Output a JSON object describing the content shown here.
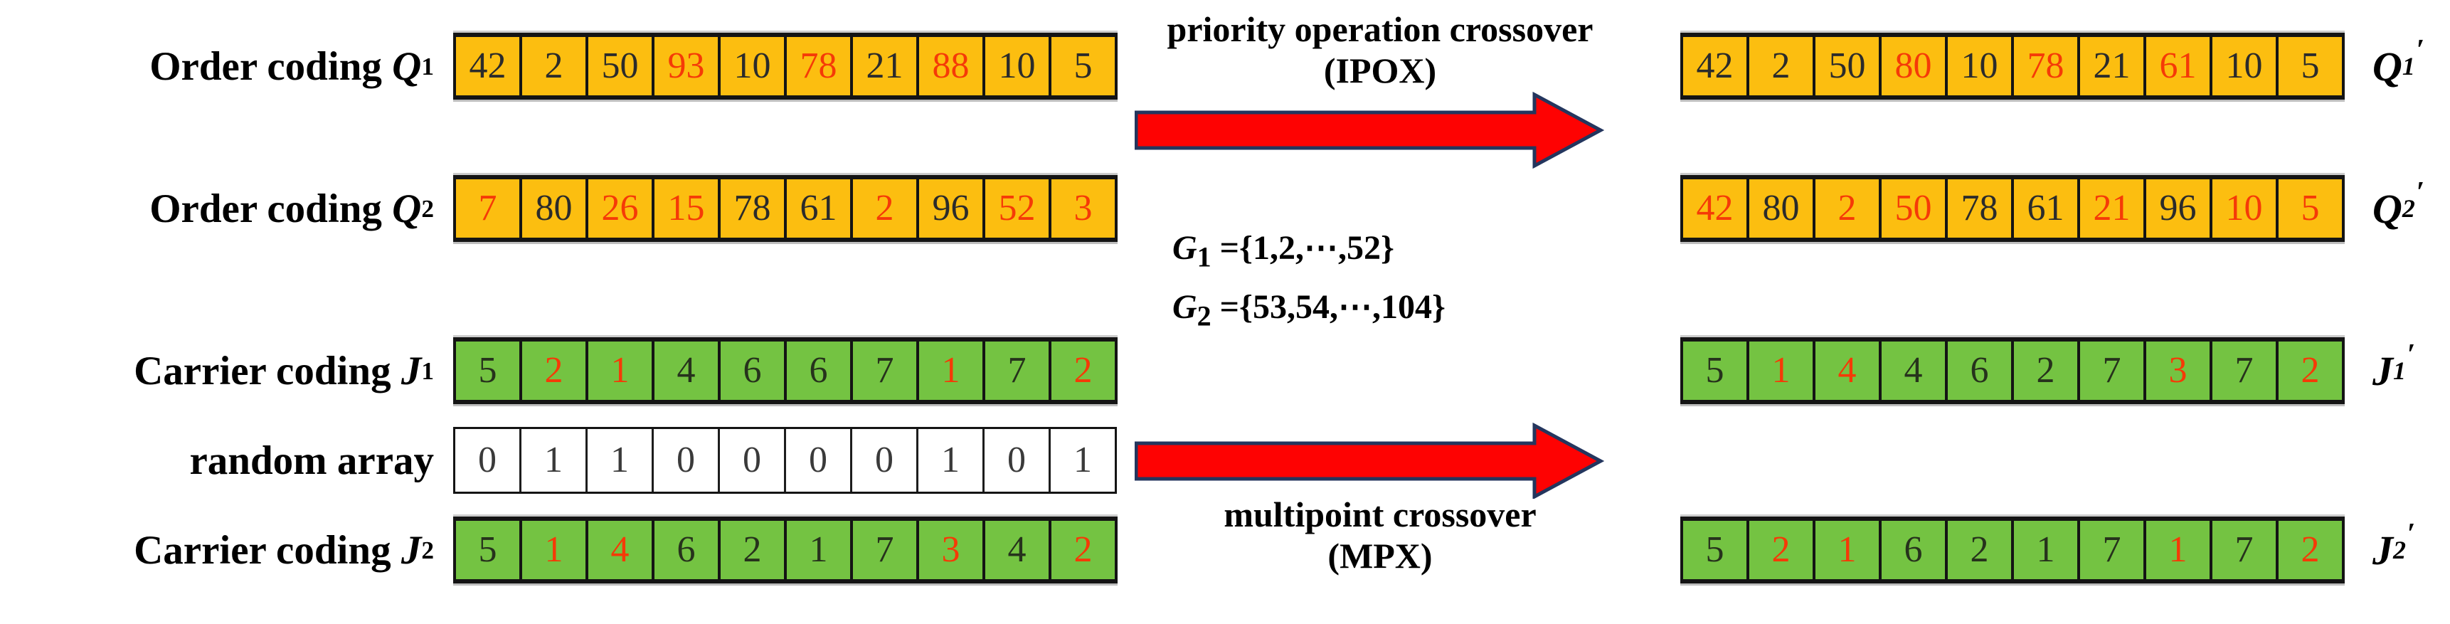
{
  "colors": {
    "cell_orange": "#fcbe10",
    "cell_green": "#74c342",
    "cell_white": "#ffffff",
    "digit_black": "#2b2b2b",
    "digit_red": "#f53a07",
    "arrow_fill": "#fe0202",
    "arrow_border": "#24365e",
    "grid_border": "#141414"
  },
  "left": {
    "rows": [
      {
        "id": "q1",
        "label": {
          "text": "Order coding ",
          "var": "Q",
          "sub": "1"
        },
        "style": "orange",
        "cells": [
          {
            "v": "42"
          },
          {
            "v": "2"
          },
          {
            "v": "50"
          },
          {
            "v": "93",
            "red": true
          },
          {
            "v": "10"
          },
          {
            "v": "78",
            "red": true
          },
          {
            "v": "21"
          },
          {
            "v": "88",
            "red": true
          },
          {
            "v": "10"
          },
          {
            "v": "5"
          }
        ]
      },
      {
        "id": "q2",
        "label": {
          "text": "Order coding ",
          "var": "Q",
          "sub": "2"
        },
        "style": "orange",
        "cells": [
          {
            "v": "7",
            "red": true
          },
          {
            "v": "80"
          },
          {
            "v": "26",
            "red": true
          },
          {
            "v": "15",
            "red": true
          },
          {
            "v": "78"
          },
          {
            "v": "61"
          },
          {
            "v": "2",
            "red": true
          },
          {
            "v": "96"
          },
          {
            "v": "52",
            "red": true
          },
          {
            "v": "3",
            "red": true
          }
        ]
      },
      {
        "id": "j1",
        "label": {
          "text": "Carrier coding ",
          "var": "J",
          "sub": "1"
        },
        "style": "green",
        "cells": [
          {
            "v": "5"
          },
          {
            "v": "2",
            "red": true
          },
          {
            "v": "1",
            "red": true
          },
          {
            "v": "4"
          },
          {
            "v": "6"
          },
          {
            "v": "6"
          },
          {
            "v": "7"
          },
          {
            "v": "1",
            "red": true
          },
          {
            "v": "7"
          },
          {
            "v": "2",
            "red": true
          }
        ]
      },
      {
        "id": "random",
        "label": {
          "text": "random array",
          "var": "",
          "sub": ""
        },
        "style": "white",
        "cells": [
          {
            "v": "0"
          },
          {
            "v": "1"
          },
          {
            "v": "1"
          },
          {
            "v": "0"
          },
          {
            "v": "0"
          },
          {
            "v": "0"
          },
          {
            "v": "0"
          },
          {
            "v": "1"
          },
          {
            "v": "0"
          },
          {
            "v": "1"
          }
        ]
      },
      {
        "id": "j2",
        "label": {
          "text": "Carrier coding ",
          "var": "J",
          "sub": "2"
        },
        "style": "green",
        "cells": [
          {
            "v": "5"
          },
          {
            "v": "1",
            "red": true
          },
          {
            "v": "4",
            "red": true
          },
          {
            "v": "6"
          },
          {
            "v": "2"
          },
          {
            "v": "1"
          },
          {
            "v": "7"
          },
          {
            "v": "3",
            "red": true
          },
          {
            "v": "4"
          },
          {
            "v": "2",
            "red": true
          }
        ]
      }
    ]
  },
  "middle": {
    "ipox": {
      "line1": "priority operation crossover",
      "line2": "(IPOX)"
    },
    "sets": [
      {
        "var": "G",
        "sub": "1",
        "value": " ={1,2,⋯,52}"
      },
      {
        "var": "G",
        "sub": "2",
        "value": " ={53,54,⋯,104}"
      }
    ],
    "mpx": {
      "line1": "multipoint crossover",
      "line2": "(MPX)"
    }
  },
  "right": {
    "rows": [
      {
        "id": "q1p",
        "label": {
          "var": "Q",
          "sub": "1",
          "prime": "′"
        },
        "style": "orange",
        "cells": [
          {
            "v": "42"
          },
          {
            "v": "2"
          },
          {
            "v": "50"
          },
          {
            "v": "80",
            "red": true
          },
          {
            "v": "10"
          },
          {
            "v": "78",
            "red": true
          },
          {
            "v": "21"
          },
          {
            "v": "61",
            "red": true
          },
          {
            "v": "10"
          },
          {
            "v": "5"
          }
        ]
      },
      {
        "id": "q2p",
        "label": {
          "var": "Q",
          "sub": "2",
          "prime": "′"
        },
        "style": "orange",
        "cells": [
          {
            "v": "42",
            "red": true
          },
          {
            "v": "80"
          },
          {
            "v": "2",
            "red": true
          },
          {
            "v": "50",
            "red": true
          },
          {
            "v": "78"
          },
          {
            "v": "61"
          },
          {
            "v": "21",
            "red": true
          },
          {
            "v": "96"
          },
          {
            "v": "10",
            "red": true
          },
          {
            "v": "5",
            "red": true
          }
        ]
      },
      {
        "id": "j1p",
        "label": {
          "var": "J",
          "sub": "1",
          "prime": "′"
        },
        "style": "green",
        "cells": [
          {
            "v": "5"
          },
          {
            "v": "1",
            "red": true
          },
          {
            "v": "4",
            "red": true
          },
          {
            "v": "4"
          },
          {
            "v": "6"
          },
          {
            "v": "2"
          },
          {
            "v": "7"
          },
          {
            "v": "3",
            "red": true
          },
          {
            "v": "7"
          },
          {
            "v": "2",
            "red": true
          }
        ]
      },
      {
        "id": "j2p",
        "label": {
          "var": "J",
          "sub": "2",
          "prime": "′"
        },
        "style": "green",
        "cells": [
          {
            "v": "5"
          },
          {
            "v": "2",
            "red": true
          },
          {
            "v": "1",
            "red": true
          },
          {
            "v": "6"
          },
          {
            "v": "2"
          },
          {
            "v": "1"
          },
          {
            "v": "7"
          },
          {
            "v": "1",
            "red": true
          },
          {
            "v": "7"
          },
          {
            "v": "2",
            "red": true
          }
        ]
      }
    ]
  }
}
